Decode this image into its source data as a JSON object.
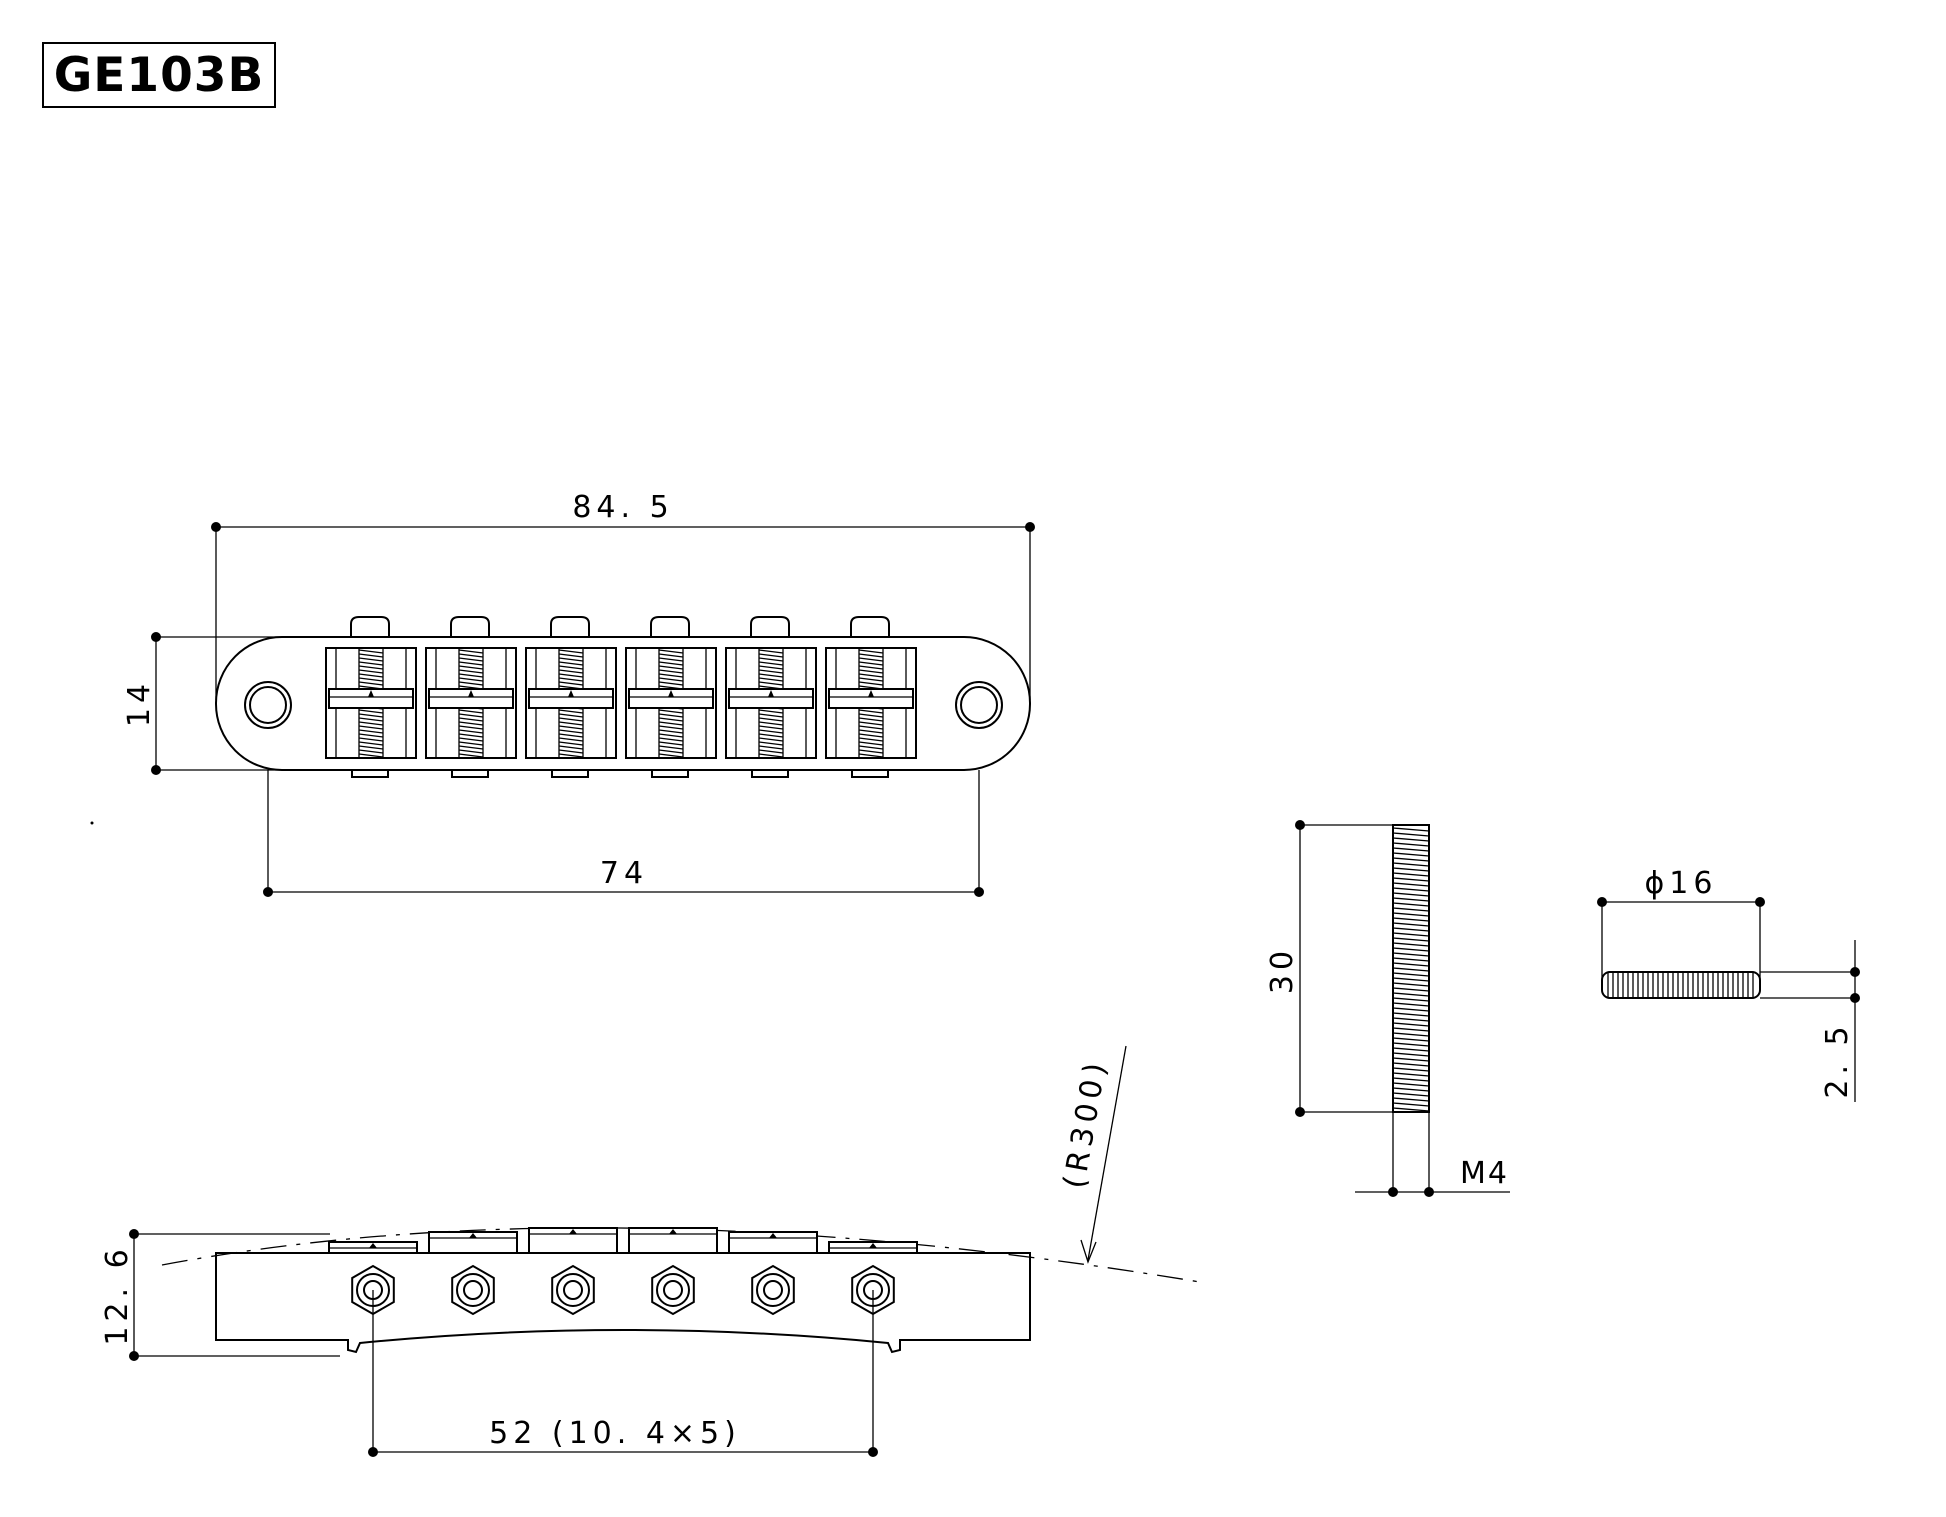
{
  "model": "GE103B",
  "dimensions": {
    "overall_length": "84. 5",
    "post_spacing": "74",
    "height_top": "14",
    "height_side": "12. 6",
    "string_spacing": "52 (10. 4×5)",
    "radius": "(R300)",
    "stud_length": "30",
    "stud_thread": "M4",
    "wheel_diameter": "ϕ16",
    "wheel_thickness": "2. 5"
  }
}
